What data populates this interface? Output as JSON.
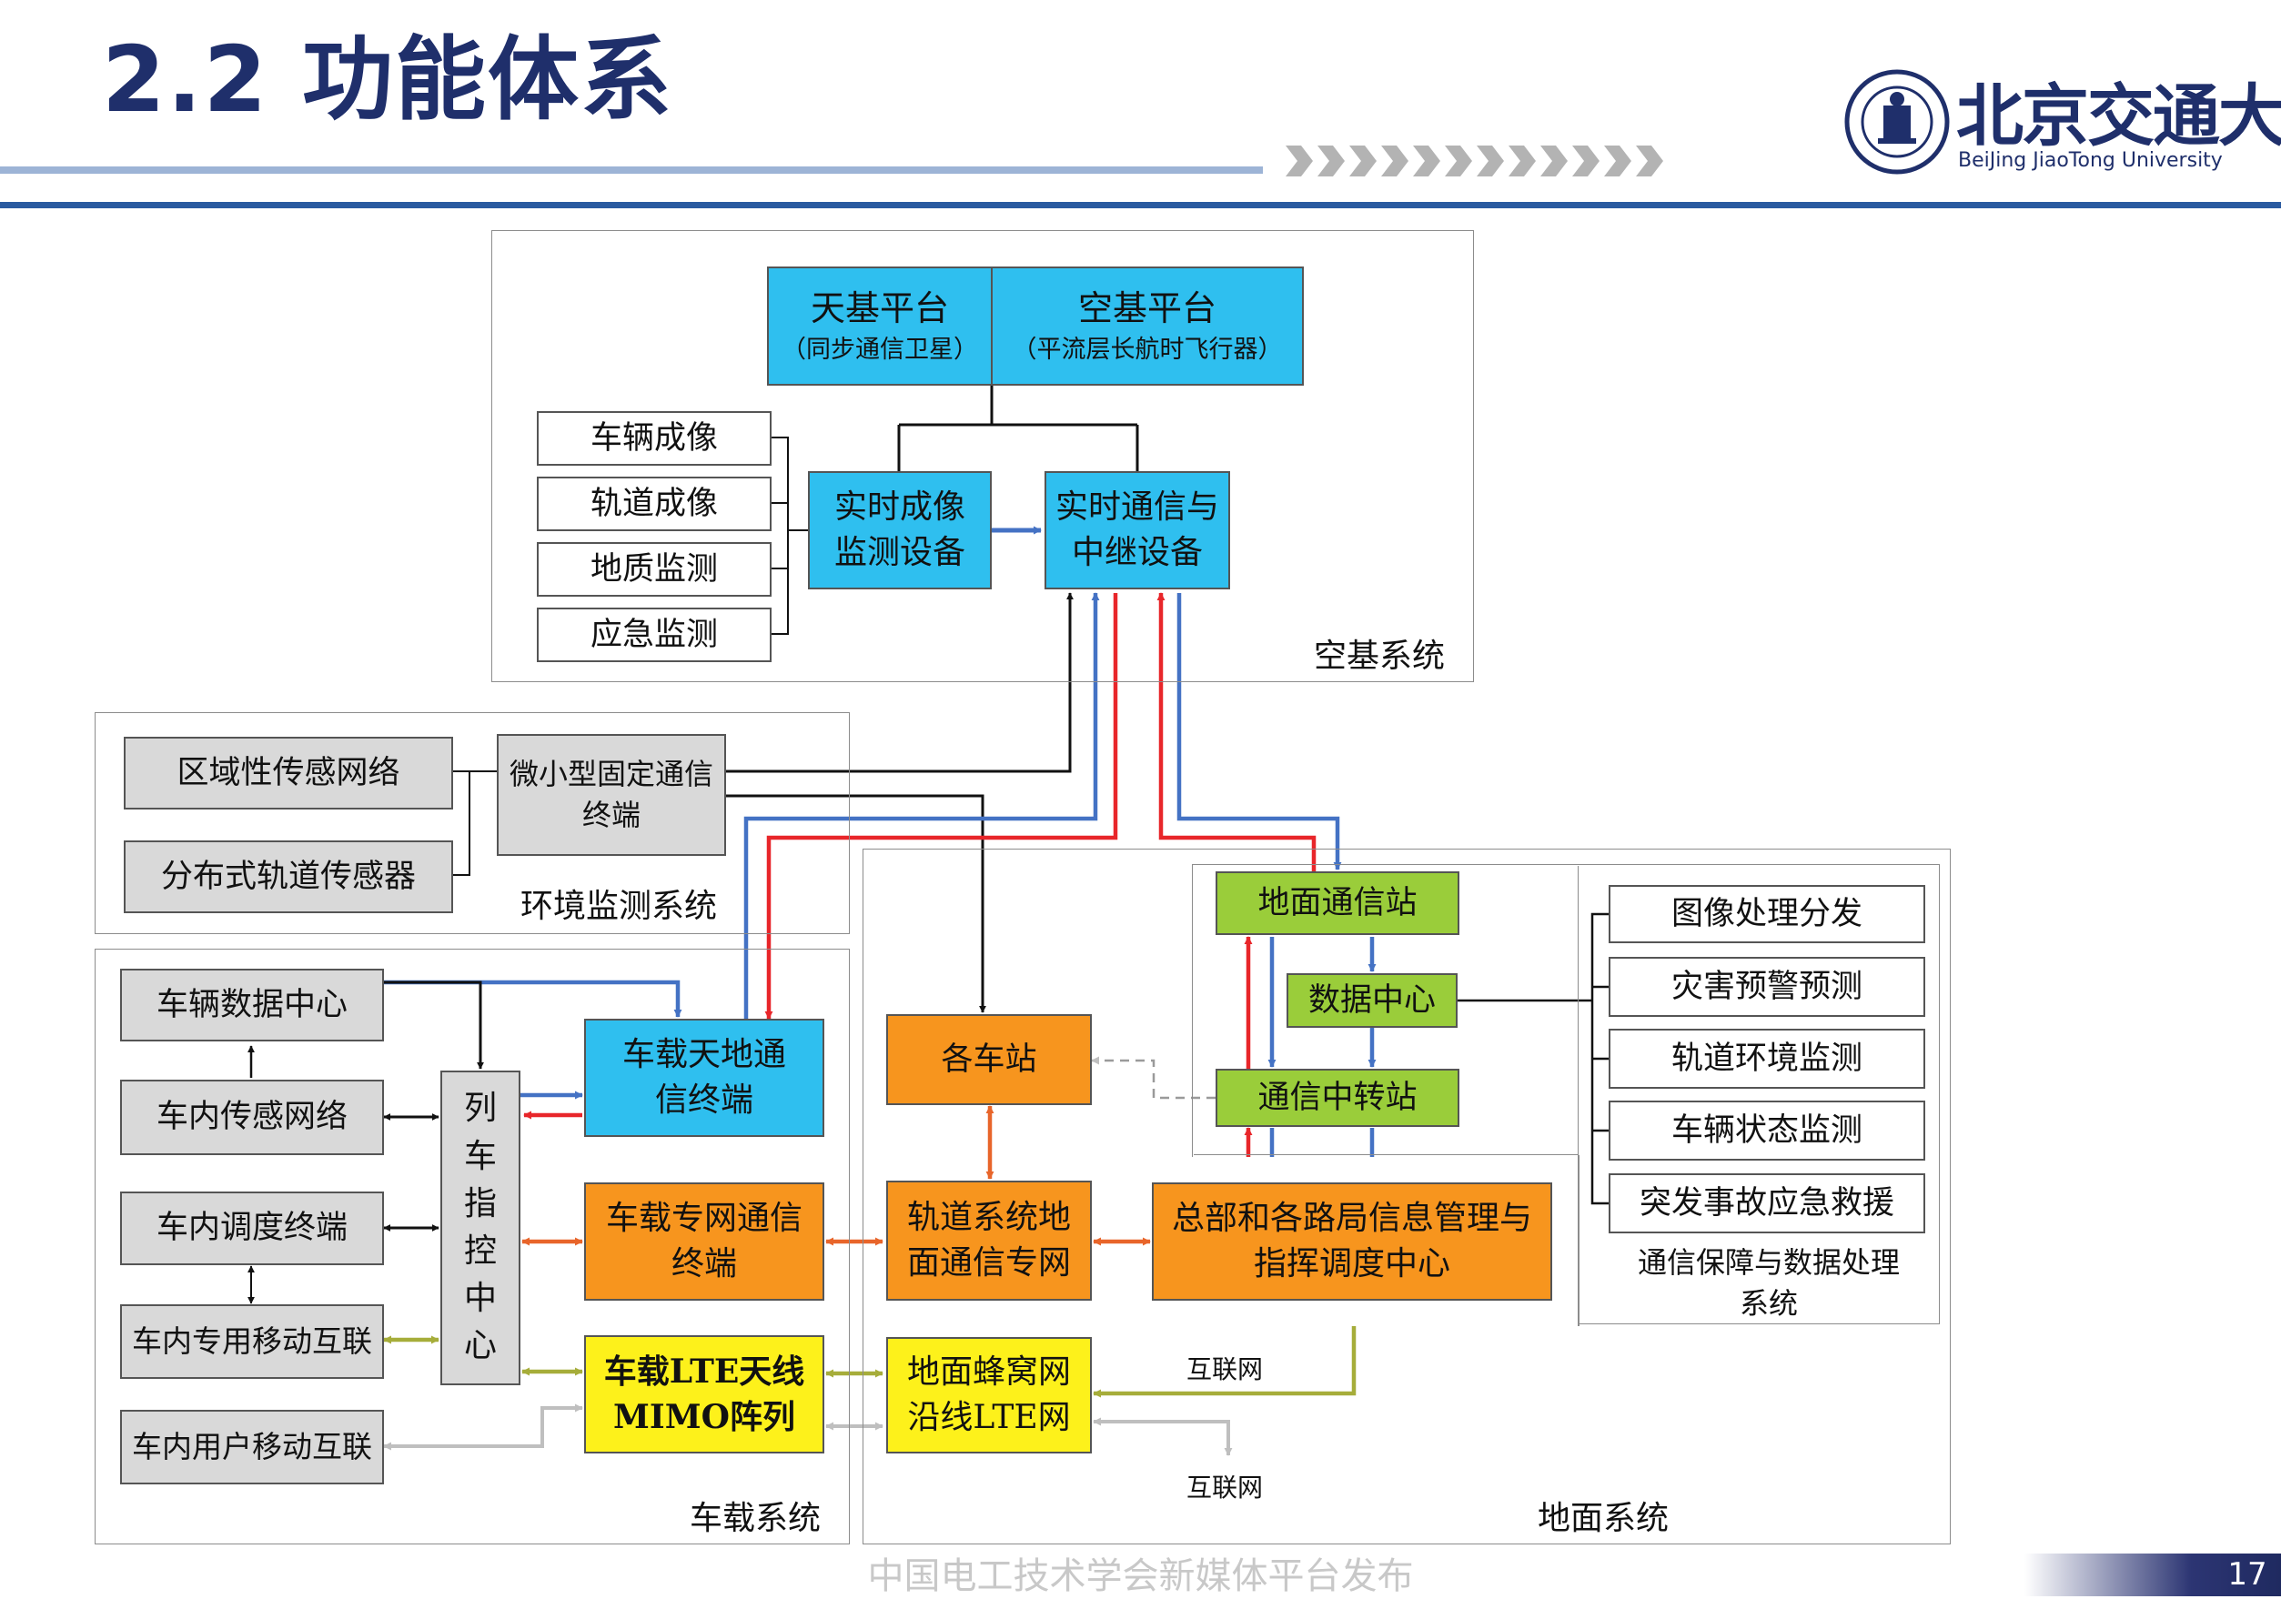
{
  "header": {
    "title": "2.2 功能体系"
  },
  "logo": {
    "name_cn": "北京交通大学",
    "name_en": "BeiJing JiaoTong University"
  },
  "systems": {
    "space": "空基系统",
    "environment": "环境监测系统",
    "vehicle": "车载系统",
    "ground": "地面系统",
    "comm_data": "通信保障与数据处理系统"
  },
  "nodes": {
    "tianji": {
      "title": "天基平台",
      "sub": "（同步通信卫星）"
    },
    "kongji": {
      "title": "空基平台",
      "sub": "（平流层长航时飞行器）"
    },
    "vehicle_imaging": "车辆成像",
    "track_imaging": "轨道成像",
    "geo_monitor": "地质监测",
    "emergency_monitor": "应急监测",
    "rt_imaging": "实时成像监测设备",
    "rt_comm": "实时通信与中继设备",
    "regional_sensor": "区域性传感网络",
    "dist_track_sensor": "分布式轨道传感器",
    "micro_terminal": "微小型固定通信终端",
    "vehicle_data_center": "车辆数据中心",
    "onboard_sensor_net": "车内传感网络",
    "onboard_dispatch": "车内调度终端",
    "onboard_mobile_private": "车内专用移动互联",
    "onboard_user_mobile": "车内用户移动互联",
    "train_control": "列车指控中心",
    "onboard_sat_terminal": "车载天地通信终端",
    "onboard_private_terminal": "车载专网通信终端",
    "onboard_lte_mimo": "车载LTE天线MIMO阵列",
    "stations": "各车站",
    "rail_ground_net": "轨道系统地面通信专网",
    "cellular_lte": "地面蜂窝网沿线LTE网",
    "ground_comm_station": "地面通信站",
    "data_center": "数据中心",
    "relay_station": "通信中转站",
    "hq_center": "总部和各路局信息管理与指挥调度中心",
    "image_dist": "图像处理分发",
    "disaster_warning": "灾害预警预测",
    "track_env_monitor": "轨道环境监测",
    "vehicle_status_monitor": "车辆状态监测",
    "accident_rescue": "突发事故应急救援"
  },
  "edge_labels": {
    "internet_1": "互联网",
    "internet_2": "互联网"
  },
  "colors": {
    "cyan": "#2fbfef",
    "green": "#9acd3a",
    "orange": "#f7951e",
    "yellow": "#fdf11b",
    "gray": "#d9d9d9",
    "arrow_blue": "#4472c4",
    "arrow_red": "#e8262a",
    "arrow_orange": "#e8652a",
    "arrow_olive": "#a6ad3a",
    "arrow_gray": "#bfbfbf",
    "title_navy": "#1f2f6b"
  },
  "footer": {
    "watermark": "中国电工技术学会新媒体平台发布",
    "page": "17"
  }
}
